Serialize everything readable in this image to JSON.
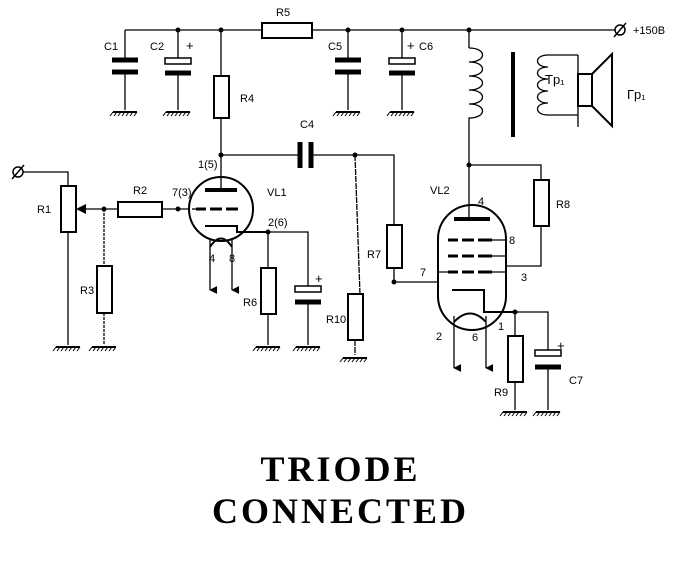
{
  "supply": {
    "label": "+150B"
  },
  "components": {
    "r1": "R1",
    "r2": "R2",
    "r3": "R3",
    "r4": "R4",
    "r5": "R5",
    "r6": "R6",
    "r7": "R7",
    "r8": "R8",
    "r9": "R9",
    "r10": "R10",
    "c1": "C1",
    "c2": "C2",
    "c4": "C4",
    "c5": "C5",
    "c6": "C6",
    "c7": "C7",
    "vl1": "VL1",
    "vl2": "VL2",
    "transformer": "Tp₁",
    "speaker": "Гp₁",
    "plus": "+"
  },
  "pins": {
    "vl1_plate": "1(5)",
    "vl1_grid": "7(3)",
    "vl1_cathode": "2(6)",
    "vl1_heater_a": "4",
    "vl1_heater_b": "8",
    "vl2_plate": "4",
    "vl2_g2": "8",
    "vl2_g3": "3",
    "vl2_grid": "7",
    "vl2_heater_a": "2",
    "vl2_heater_b": "6",
    "vl2_cathode": "1"
  },
  "caption": {
    "line1": "TRIODE",
    "line2": "CONNECTED"
  }
}
